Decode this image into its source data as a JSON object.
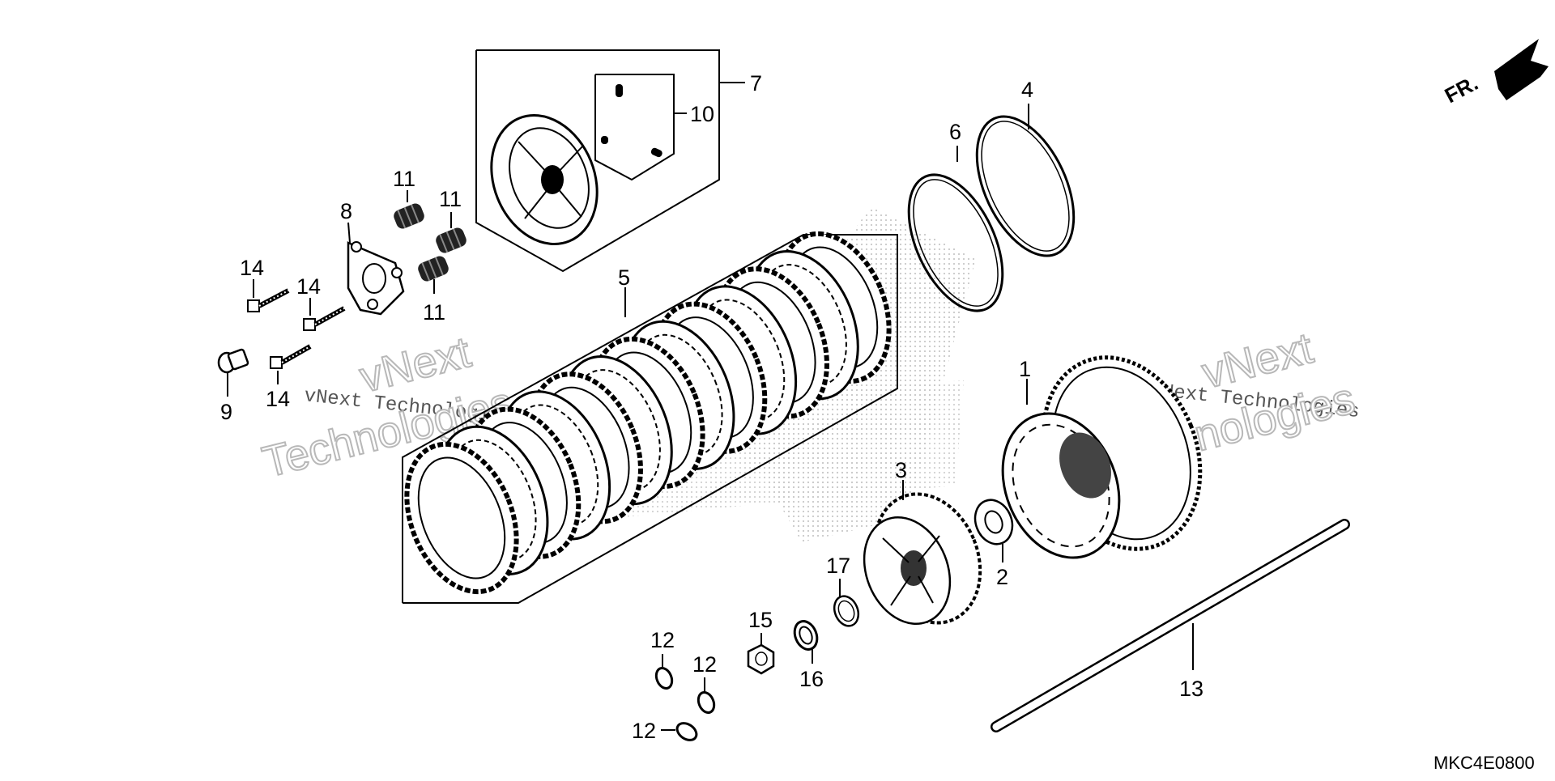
{
  "diagram": {
    "watermark": {
      "line_text": "vNext Technologies",
      "big_word_1": "vNext",
      "big_word_2": "Technologies"
    },
    "direction_label": "FR.",
    "diagram_code": "MKC4E0800",
    "callouts": [
      "1",
      "2",
      "3",
      "4",
      "5",
      "6",
      "7",
      "8",
      "9",
      "10",
      "11",
      "12",
      "13",
      "14",
      "15",
      "16",
      "17"
    ],
    "repeat_labels": {
      "eleven": [
        "11",
        "11",
        "11"
      ],
      "twelve": [
        "12",
        "12",
        "12"
      ],
      "fourteen": [
        "14",
        "14",
        "14"
      ]
    }
  }
}
